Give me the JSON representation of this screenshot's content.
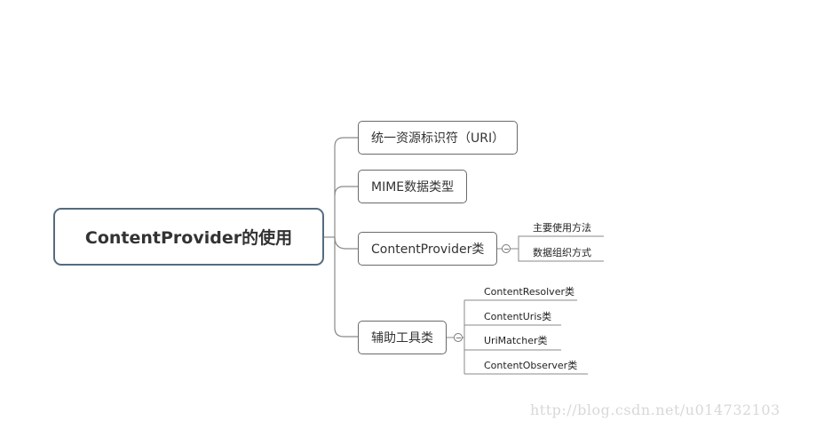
{
  "root": {
    "label": "ContentProvider的使用"
  },
  "branches": [
    {
      "label": "统一资源标识符（URI）",
      "children": []
    },
    {
      "label": "MIME数据类型",
      "children": []
    },
    {
      "label": "ContentProvider类",
      "children": [
        "主要使用方法",
        "数据组织方式"
      ]
    },
    {
      "label": "辅助工具类",
      "children": [
        "ContentResolver类",
        "ContentUris类",
        "UriMatcher类",
        "ContentObserver类"
      ]
    }
  ],
  "watermark": "http://blog.csdn.net/u014732103",
  "colors": {
    "root_border": "#556b80",
    "node_border": "#6a6a6a",
    "line": "#8a8a8a",
    "watermark": "#d8d8d8"
  }
}
